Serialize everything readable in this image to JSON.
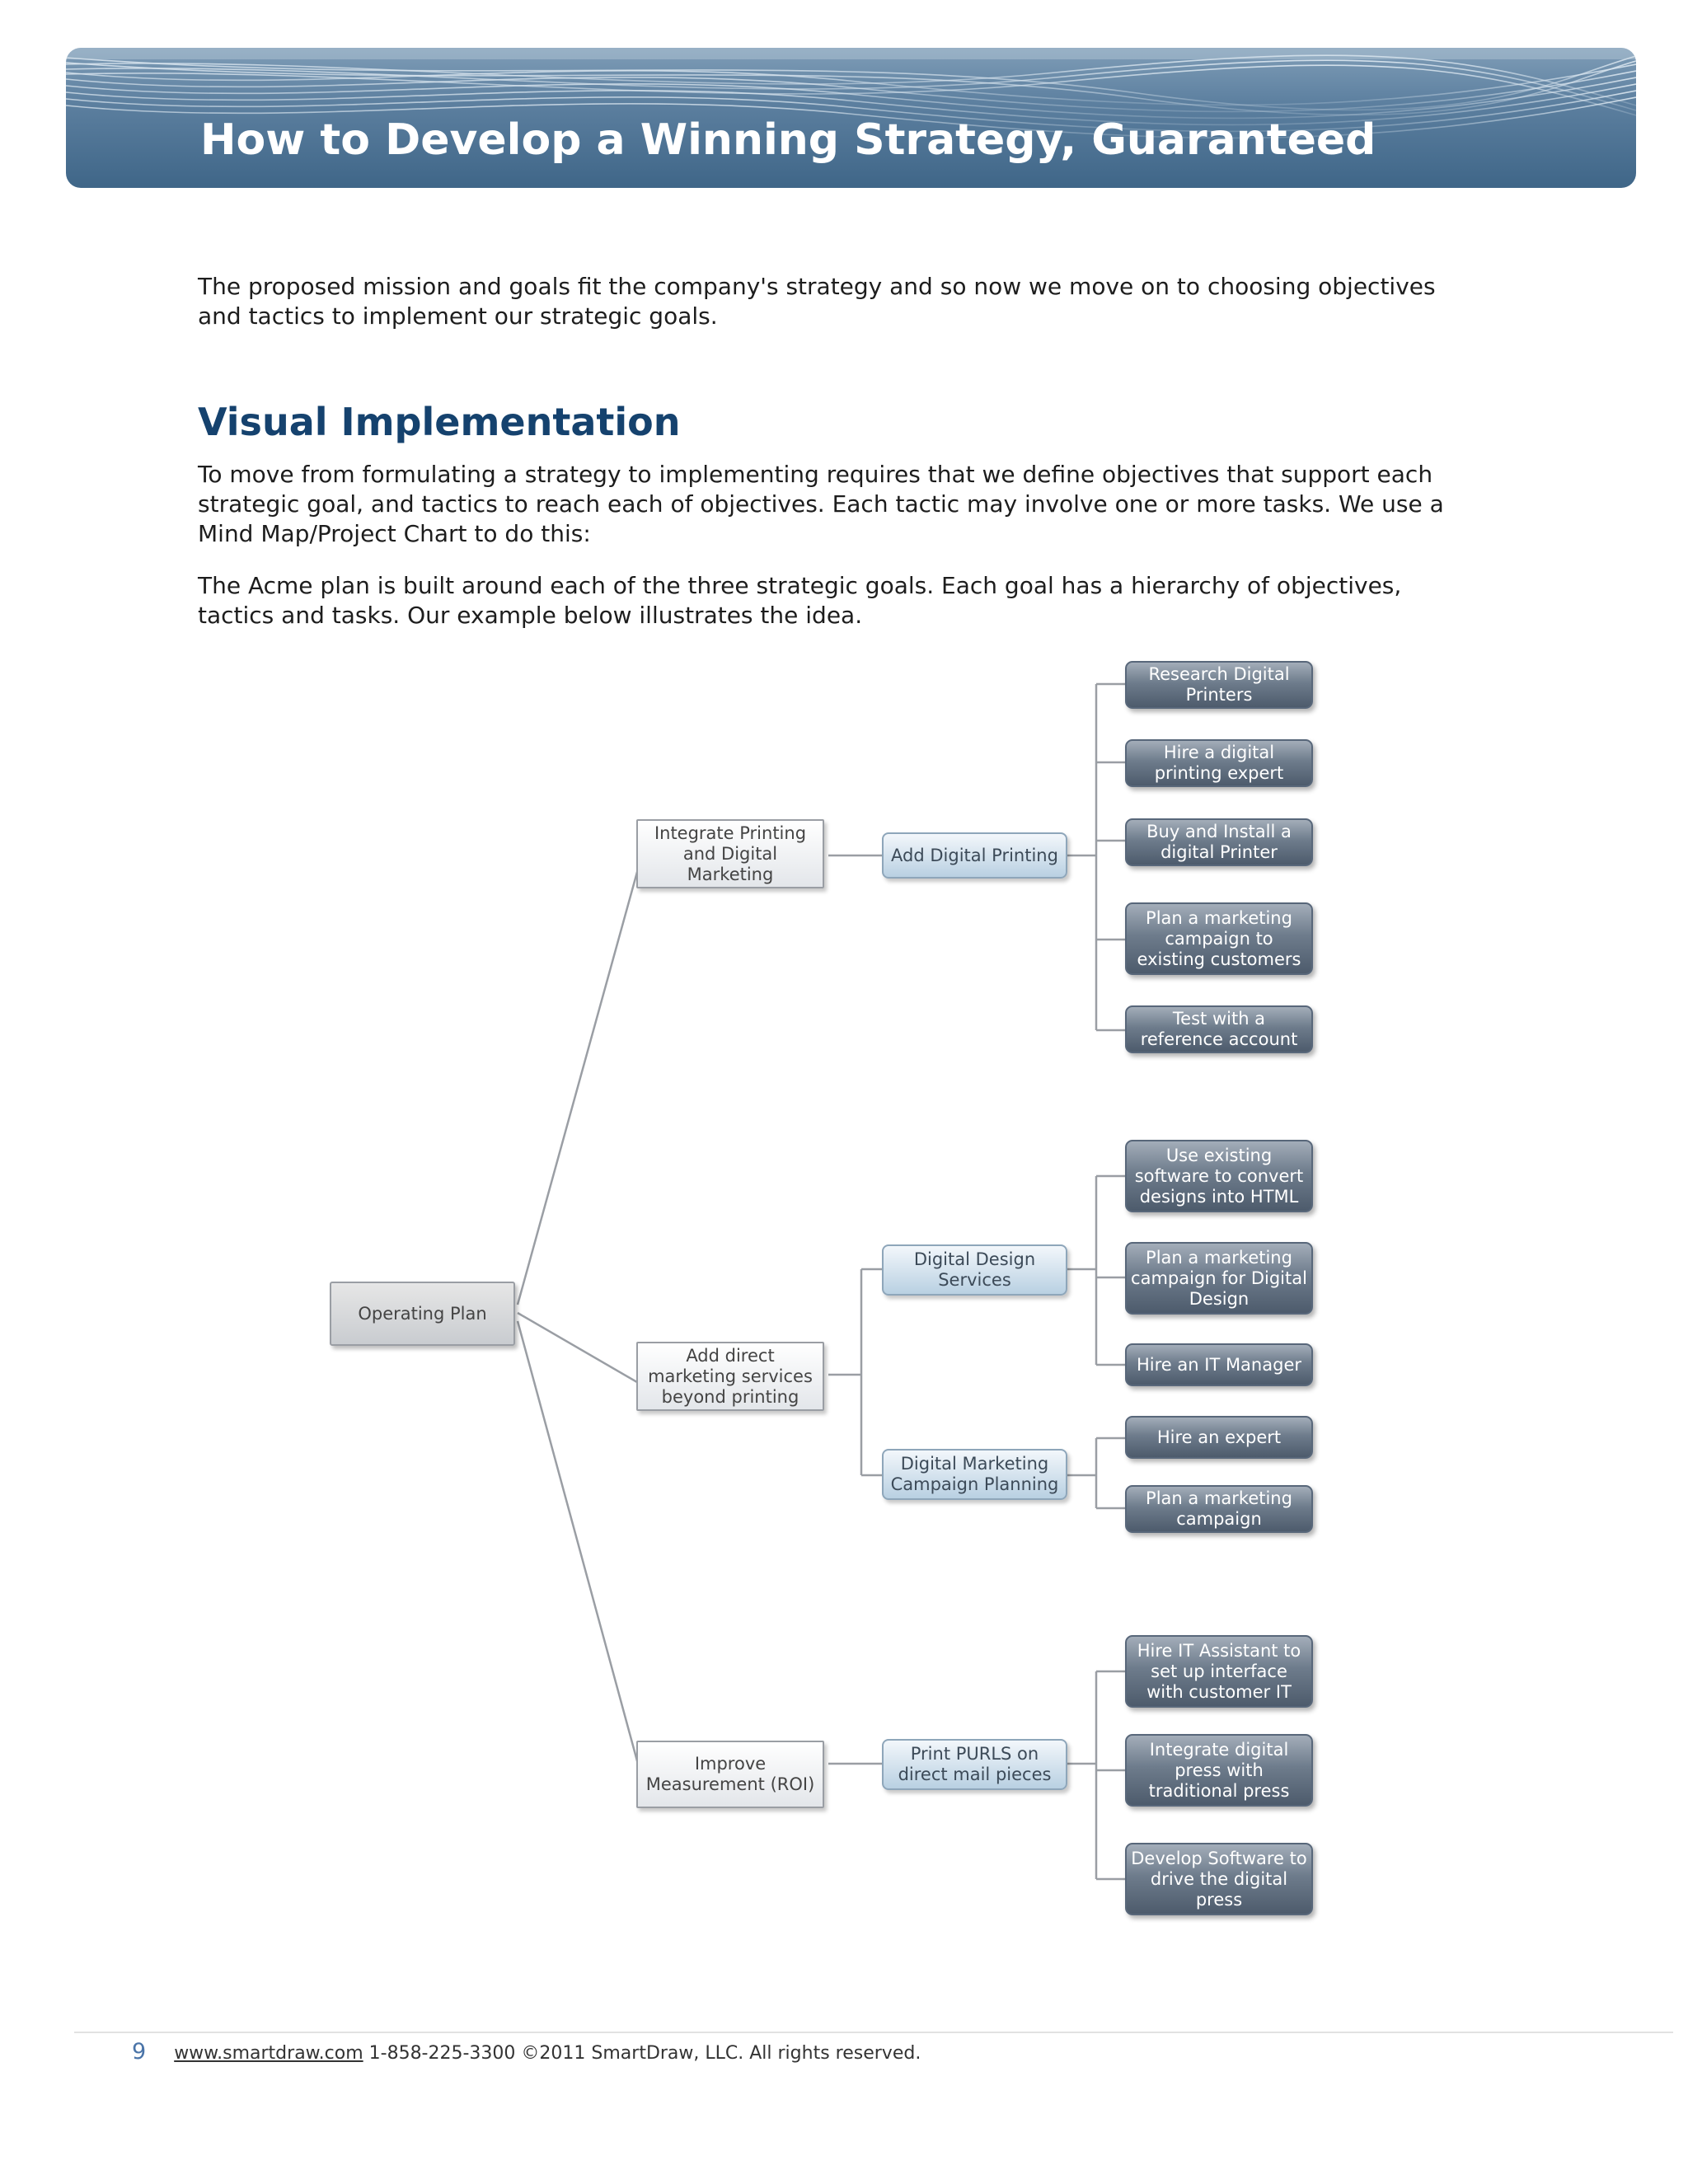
{
  "header": {
    "title": "How to Develop a Winning Strategy, Guaranteed",
    "colors": {
      "banner_dark": "#3f6688",
      "banner_light": "#7f9db7"
    }
  },
  "intro": {
    "text": "The proposed mission and goals fit the company's strategy and so now we move on to choosing objectives and tactics to implement our strategic goals."
  },
  "section": {
    "heading": "Visual Implementation",
    "heading_color": "#15426e",
    "paragraph1": "To move from formulating a strategy to implementing requires that we define objectives that support each strategic goal, and tactics to reach each of objectives. Each tactic may involve one or more tasks. We use a Mind Map/Project Chart to do this:",
    "paragraph2": "The Acme plan is built around each of the three strategic goals. Each goal has a hierarchy of objectives, tactics and tasks. Our example below illustrates the idea."
  },
  "diagram": {
    "root": "Operating Plan",
    "goals": [
      "Integrate Printing and Digital Marketing",
      "Add direct marketing services beyond printing",
      "Improve Measurement (ROI)"
    ],
    "objectives": [
      "Add Digital Printing",
      "Digital Design Services",
      "Digital Marketing Campaign Planning",
      "Print PURLS on direct mail pieces"
    ],
    "tasks": [
      "Research Digital Printers",
      "Hire a digital printing expert",
      "Buy and Install a digital Printer",
      "Plan a marketing campaign to existing customers",
      "Test with a reference account",
      "Use existing software to convert designs into HTML",
      "Plan a marketing campaign for Digital Design",
      "Hire an IT Manager",
      "Hire an expert",
      "Plan a marketing campaign",
      "Hire IT Assistant to set up interface with customer IT",
      "Integrate digital press with traditional press",
      "Develop Software to drive the digital press"
    ]
  },
  "footer": {
    "page_number": "9",
    "website": "www.smartdraw.com",
    "rest": " 1-858-225-3300 ©2011 SmartDraw, LLC. All rights reserved."
  }
}
